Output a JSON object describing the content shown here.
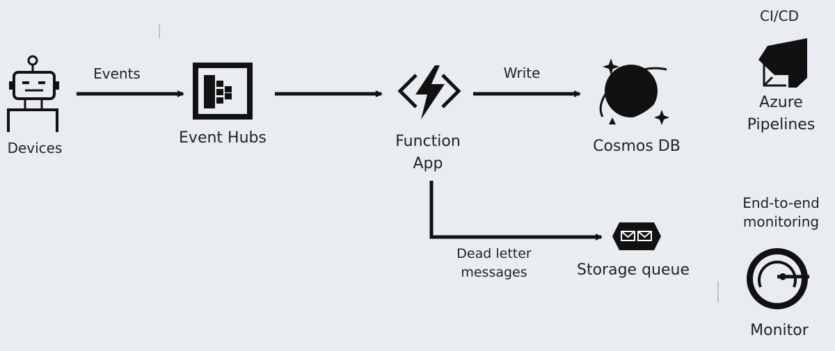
{
  "nodes": {
    "devices": {
      "label": "Devices"
    },
    "event_hubs": {
      "label": "Event Hubs"
    },
    "function_app": {
      "label_line1": "Function",
      "label_line2": "App"
    },
    "cosmos_db": {
      "label": "Cosmos DB"
    },
    "storage_queue": {
      "label": "Storage queue"
    },
    "azure_pipelines": {
      "heading": "CI/CD",
      "label_line1": "Azure",
      "label_line2": "Pipelines"
    },
    "monitor": {
      "heading_line1": "End-to-end",
      "heading_line2": "monitoring",
      "label": "Monitor"
    }
  },
  "edges": {
    "devices_to_hubs": {
      "label": "Events"
    },
    "hubs_to_function": {
      "label": ""
    },
    "function_to_cosmos": {
      "label": "Write"
    },
    "function_to_queue": {
      "label_line1": "Dead letter",
      "label_line2": "messages"
    }
  }
}
